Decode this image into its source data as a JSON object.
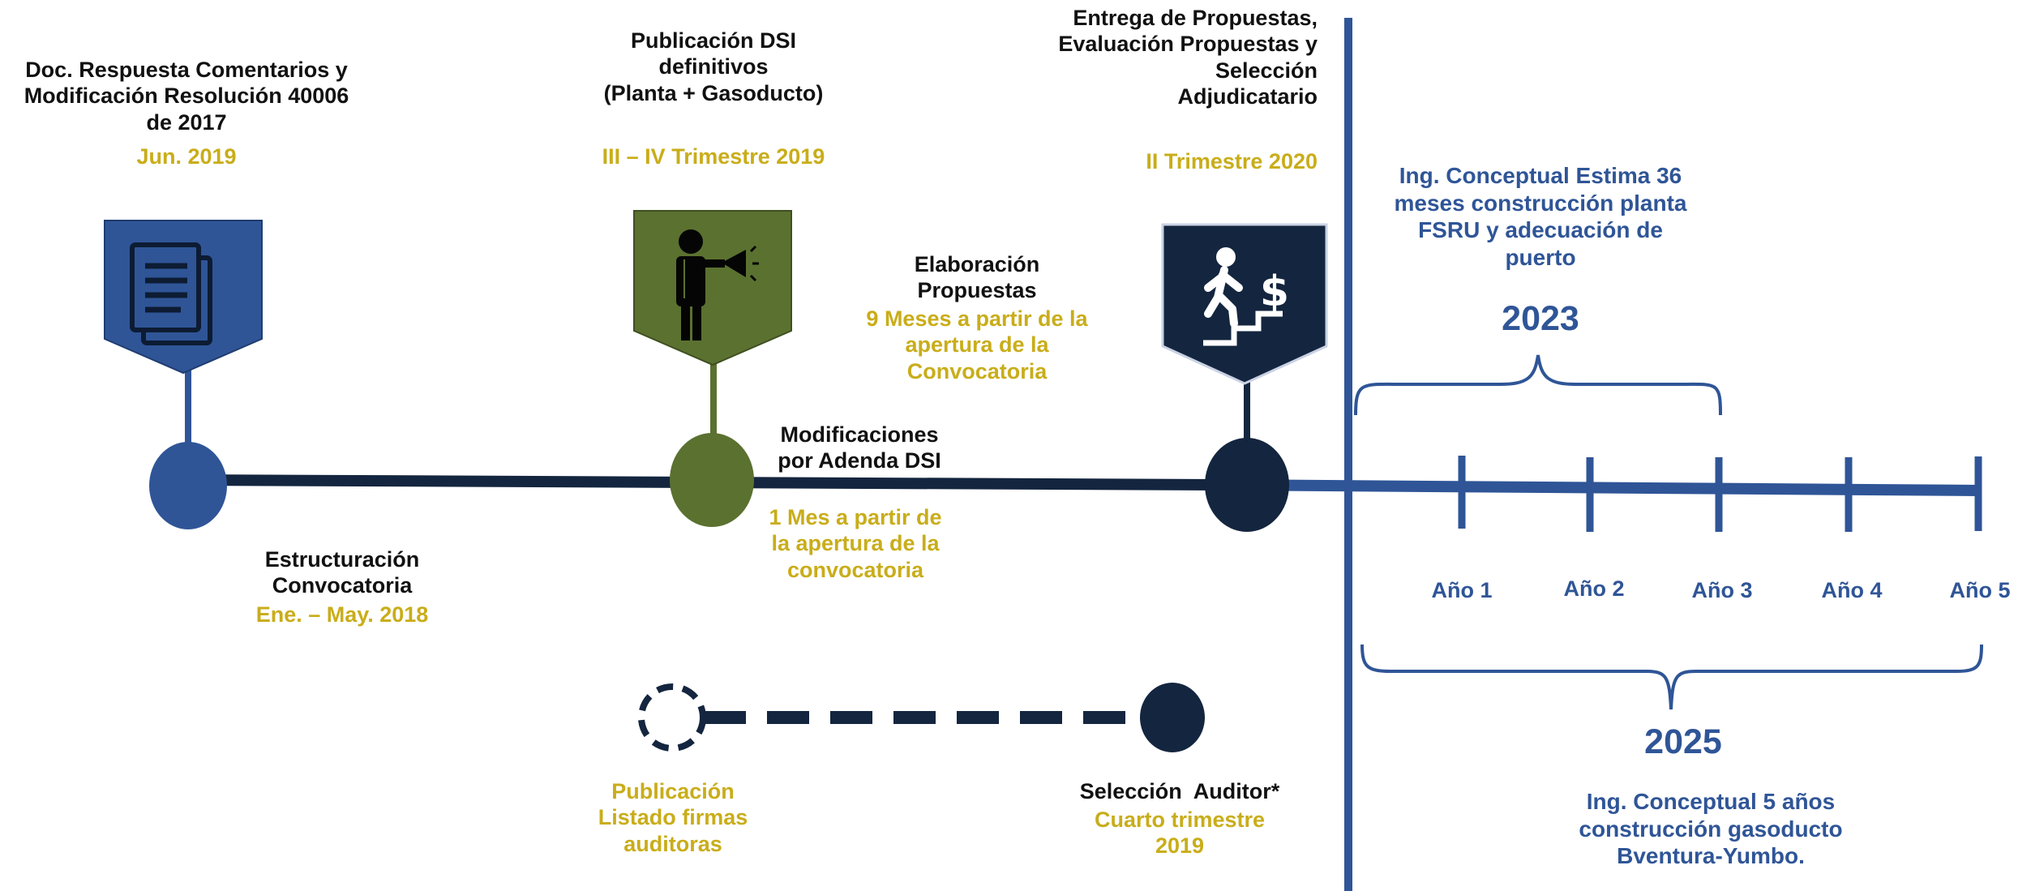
{
  "colors": {
    "navy": "#14253f",
    "blue": "#2f5597",
    "olive": "#5b7130",
    "gold": "#c9ad1a",
    "black": "#111111"
  },
  "milestone1": {
    "title": [
      "Doc. Respuesta Comentarios y",
      "Modificación Resolución 40006",
      "de 2017"
    ],
    "date": "Jun. 2019",
    "icon": "document-icon",
    "below_title": [
      "Estructuración",
      "Convocatoria"
    ],
    "below_date": "Ene. – May. 2018"
  },
  "milestone2": {
    "title": [
      "Publicación DSI",
      "definitivos",
      "(Planta + Gasoducto)"
    ],
    "date": "III – IV Trimestre 2019",
    "icon": "megaphone-speaker-icon",
    "right_title": [
      "Modificaciones",
      "por Adenda DSI"
    ],
    "right_note": [
      "1 Mes a partir de",
      "la apertura de la",
      "convocatoria"
    ]
  },
  "proposals": {
    "title": [
      "Elaboración",
      "Propuestas"
    ],
    "note": [
      "9 Meses a partir de la",
      "apertura de la",
      "Convocatoria"
    ]
  },
  "milestone3": {
    "title": [
      "Entrega de Propuestas,",
      "Evaluación Propuestas y",
      "Selección",
      "Adjudicatario"
    ],
    "date": "II Trimestre 2020",
    "icon": "climbing-stairs-dollar-icon"
  },
  "auditor": {
    "start_title": [
      "Publicación",
      "Listado firmas",
      "auditoras"
    ],
    "end_title": "Selección  Auditor*",
    "end_date": [
      "Cuarto trimestre",
      "2019"
    ]
  },
  "construction": {
    "years": [
      "Año 1",
      "Año 2",
      "Año 3",
      "Año 4",
      "Año 5"
    ],
    "plant_note": [
      "Ing. Conceptual Estima 36",
      "meses construcción planta",
      "FSRU y adecuación de",
      "puerto"
    ],
    "plant_year": "2023",
    "pipeline_year": "2025",
    "pipeline_note": [
      "Ing. Conceptual 5 años",
      "construcción gasoducto",
      "Bventura-Yumbo."
    ]
  }
}
